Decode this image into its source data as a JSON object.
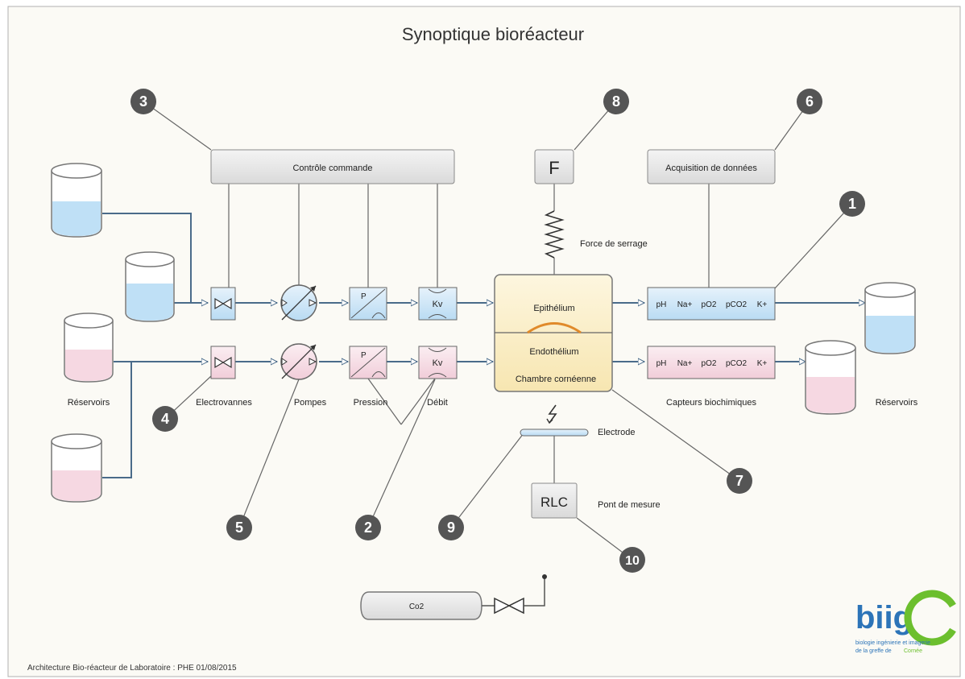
{
  "title": "Synoptique bioréacteur",
  "footer": "Architecture Bio-réacteur de Laboratoire : PHE 01/08/2015",
  "control_box": "Contrôle commande",
  "acquisition_box": "Acquisition de données",
  "force": {
    "symbol": "F",
    "label": "Force de serrage"
  },
  "chamber": {
    "epithelium": "Epithélium",
    "endothelium": "Endothélium",
    "name": "Chambre cornéenne"
  },
  "sensors": [
    "pH",
    "Na+",
    "pO2",
    "pCO2",
    "K+"
  ],
  "flow_label": "Kv",
  "pressure_label": "P",
  "labels": {
    "reservoirs_left": "Réservoirs",
    "electrovannes": "Electrovannes",
    "pompes": "Pompes",
    "pression": "Pression",
    "debit": "Débit",
    "capteurs": "Capteurs biochimiques",
    "reservoirs_right": "Réservoirs",
    "electrode": "Electrode",
    "pont": "Pont de mesure"
  },
  "rlc": "RLC",
  "co2": "Co2",
  "callouts": [
    "1",
    "2",
    "3",
    "4",
    "5",
    "6",
    "7",
    "8",
    "9",
    "10"
  ],
  "logo": {
    "text": "biig",
    "letter": "C",
    "tagline1": "biologie ingénierie et imagerie",
    "tagline2": "de la greffe de",
    "tagline3": "Cornée"
  },
  "colors": {
    "blue_fill": "#cfe6f7",
    "pink_fill": "#f6dde6",
    "box_fill": "#e6e6e6",
    "chamber_fill": "#fbf1cf",
    "callout": "#555555",
    "pipe": "#4a6b8a",
    "logo_blue": "#2c74b8",
    "logo_green": "#6cbf2e"
  }
}
